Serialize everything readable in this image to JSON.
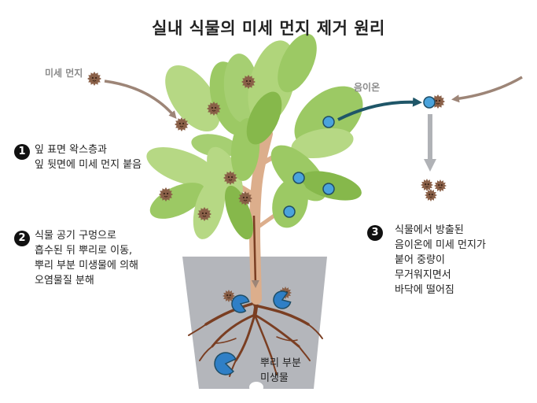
{
  "title": "실내 식물의 미세 먼지 제거 원리",
  "labels": {
    "dust": "미세 먼지",
    "anion": "음이온",
    "root_microbes": [
      "뿌리 부분",
      "미생물"
    ]
  },
  "steps": [
    {
      "num": "1",
      "lines": [
        "잎 표면 왁스층과",
        "잎 뒷면에 미세 먼지 붙음"
      ]
    },
    {
      "num": "2",
      "lines": [
        "식물 공기 구멍으로",
        "흡수된 뒤 뿌리로 이동,",
        "뿌리 부분 미생물에 의해",
        "오염물질 분해"
      ]
    },
    {
      "num": "3",
      "lines": [
        "식물에서 방출된",
        "음이온에 미세 먼지가",
        "붙어 중량이",
        "무거워지면서",
        "바닥에 떨어짐"
      ]
    }
  ],
  "colors": {
    "leaf_light": "#b6d884",
    "leaf_mid": "#9cc964",
    "leaf_dark": "#86b84b",
    "stem": "#dcae8c",
    "pot": "#b4b6bb",
    "dust": "#8a6048",
    "anion": "#4aa3dc",
    "microbe": "#2f7fc6",
    "root": "#7a3e22",
    "arrow_brown": "#9d8577",
    "arrow_teal": "#1f5668",
    "arrow_gray": "#b0b2b6"
  }
}
